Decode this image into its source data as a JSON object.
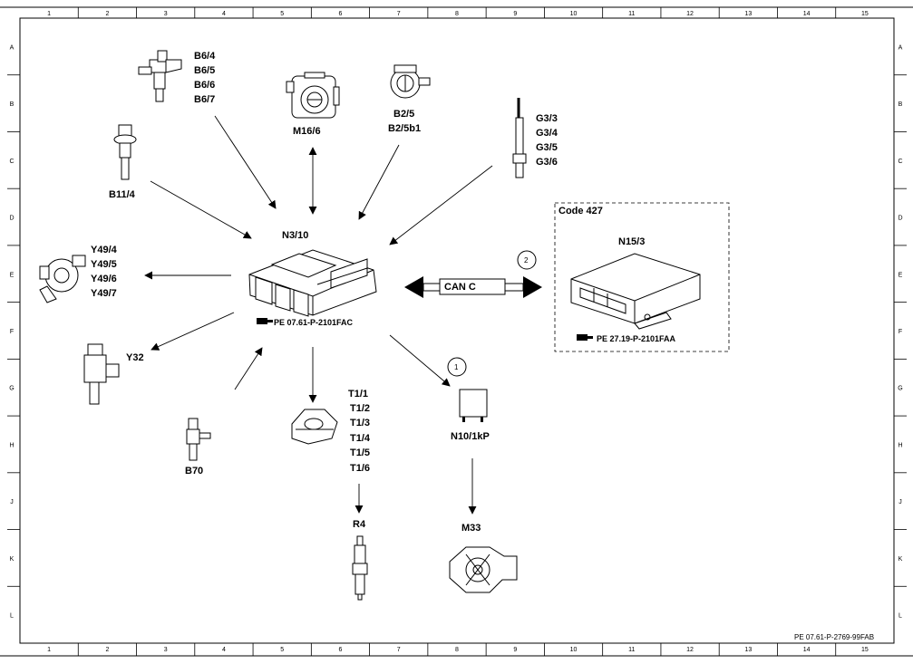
{
  "frame": {
    "columns": [
      "1",
      "2",
      "3",
      "4",
      "5",
      "6",
      "7",
      "8",
      "9",
      "10",
      "11",
      "12",
      "13",
      "14",
      "15"
    ],
    "rows": [
      "A",
      "B",
      "C",
      "D",
      "E",
      "F",
      "G",
      "H",
      "J",
      "K",
      "L"
    ]
  },
  "ecu": {
    "label": "N3/10",
    "ref": "PE 07.61-P-2101FAC"
  },
  "components": {
    "b6": [
      "B6/4",
      "B6/5",
      "B6/6",
      "B6/7"
    ],
    "m16": "M16/6",
    "b2": [
      "B2/5",
      "B2/5b1"
    ],
    "g3": [
      "G3/3",
      "G3/4",
      "G3/5",
      "G3/6"
    ],
    "b11": "B11/4",
    "y49": [
      "Y49/4",
      "Y49/5",
      "Y49/6",
      "Y49/7"
    ],
    "y32": "Y32",
    "b70": "B70",
    "t1": [
      "T1/1",
      "T1/2",
      "T1/3",
      "T1/4",
      "T1/5",
      "T1/6"
    ],
    "r4": "R4",
    "n10": "N10/1kP",
    "m33": "M33"
  },
  "can": {
    "label": "CAN C"
  },
  "callouts": [
    "1",
    "2"
  ],
  "option_box": {
    "code": "Code 427",
    "label": "N15/3",
    "ref": "PE 27.19-P-2101FAA"
  },
  "figure_ref": "PE 07.61-P-2769-99FAB"
}
